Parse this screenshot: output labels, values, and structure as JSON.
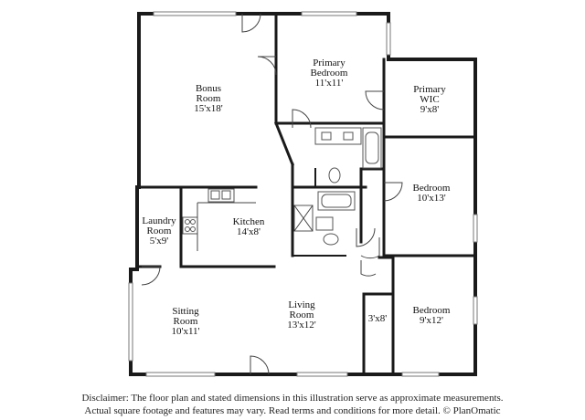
{
  "rooms": {
    "bonus": {
      "name_lines": [
        "Bonus",
        "Room"
      ],
      "dims": "15'x18'"
    },
    "primary_bedroom": {
      "name_lines": [
        "Primary",
        "Bedroom"
      ],
      "dims": "11'x11'"
    },
    "primary_wic": {
      "name_lines": [
        "Primary",
        "WIC"
      ],
      "dims": "9'x8'"
    },
    "bedroom_mid": {
      "name_lines": [
        "Bedroom"
      ],
      "dims": "10'x13'"
    },
    "laundry": {
      "name_lines": [
        "Laundry",
        "Room"
      ],
      "dims": "5'x9'"
    },
    "kitchen": {
      "name_lines": [
        "Kitchen"
      ],
      "dims": "14'x8'"
    },
    "sitting": {
      "name_lines": [
        "Sitting",
        "Room"
      ],
      "dims": "10'x11'"
    },
    "living": {
      "name_lines": [
        "Living",
        "Room"
      ],
      "dims": "13'x12'"
    },
    "closet": {
      "name_lines": [],
      "dims": "3'x8'"
    },
    "bedroom_lower": {
      "name_lines": [
        "Bedroom"
      ],
      "dims": "9'x12'"
    }
  },
  "disclaimer": {
    "line1": "Disclaimer: The floor plan and stated dimensions in this illustration serve as approximate measurements.",
    "line2": "Actual square footage and features may vary. Read terms and conditions for more detail. © PlanOmatic"
  }
}
